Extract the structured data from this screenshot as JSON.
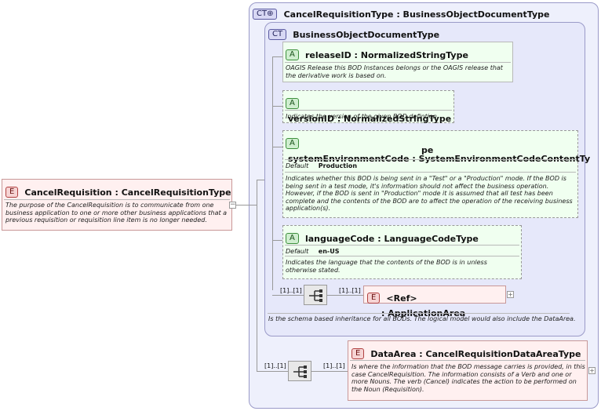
{
  "outer_type": {
    "tag": "CT⊕",
    "title": "CancelRequisitionType : BusinessObjectDocumentType"
  },
  "bod_type": {
    "tag": "CT",
    "title": "BusinessObjectDocumentType",
    "doc": "Is the schema based inheritance for all BODs. The logical model would also include the DataArea."
  },
  "root_element": {
    "tag": "E",
    "title": "CancelRequisition : CancelRequisitionType",
    "doc": "The purpose of the CancelRequisition is to communicate from one business application to one or more other business applications that a previous requisition or requisition line item is no longer needed."
  },
  "attributes": [
    {
      "tag": "A",
      "title": "releaseID : NormalizedStringType",
      "doc": "OAGIS Release this BOD Instances belongs or the OAGIS release that the derivative work is based on."
    },
    {
      "tag": "A",
      "title": "versionID : NormalizedStringType",
      "doc": "Indicates the version of the given BOD defintion."
    },
    {
      "tag": "A",
      "title_line1": "systemEnvironmentCode : SystemEnvironmentCodeContentTy",
      "title_line2": "pe",
      "default_label": "Default",
      "default_value": "Production",
      "doc": "Indicates whether this BOD is being sent in a \"Test\" or a \"Production\" mode. If the BOD is being sent in a test mode, it's information should not affect the business operation. However, if the BOD is sent in \"Production\" mode it is assumed that all test has been complete and the contents of the BOD are to affect the operation of the receiving business application(s)."
    },
    {
      "tag": "A",
      "title": "languageCode : LanguageCodeType",
      "default_label": "Default",
      "default_value": "en-US",
      "doc": "Indicates the language that the contents of the BOD is in unless otherwise stated."
    }
  ],
  "application_area": {
    "tag": "E",
    "ref": "<Ref>",
    "title": ": ApplicationArea",
    "mult_left": "[1]..[1]",
    "mult_right": "[1]..[1]"
  },
  "data_area": {
    "tag": "E",
    "title": "DataArea : CancelRequisitionDataAreaType",
    "doc": "Is where the information that the BOD message carries is provided, in this case CancelRequisition. The information consists of a Verb and one or more Nouns. The verb (Cancel) indicates the action to be performed on the Noun (Requisition).",
    "mult_left": "[1]..[1]",
    "mult_right": "[1]..[1]"
  },
  "colors": {
    "ct_fill": "#eef0fc",
    "ct_border": "#9a9ac8",
    "element_fill": "#fff0f0",
    "element_border": "#b04040",
    "attr_fill": "#f0fff0",
    "attr_border": "#8a8a8a"
  },
  "icons": {
    "collapse": "minus-box-icon",
    "expand": "plus-box-icon",
    "sequence": "sequence-compositor-icon"
  }
}
